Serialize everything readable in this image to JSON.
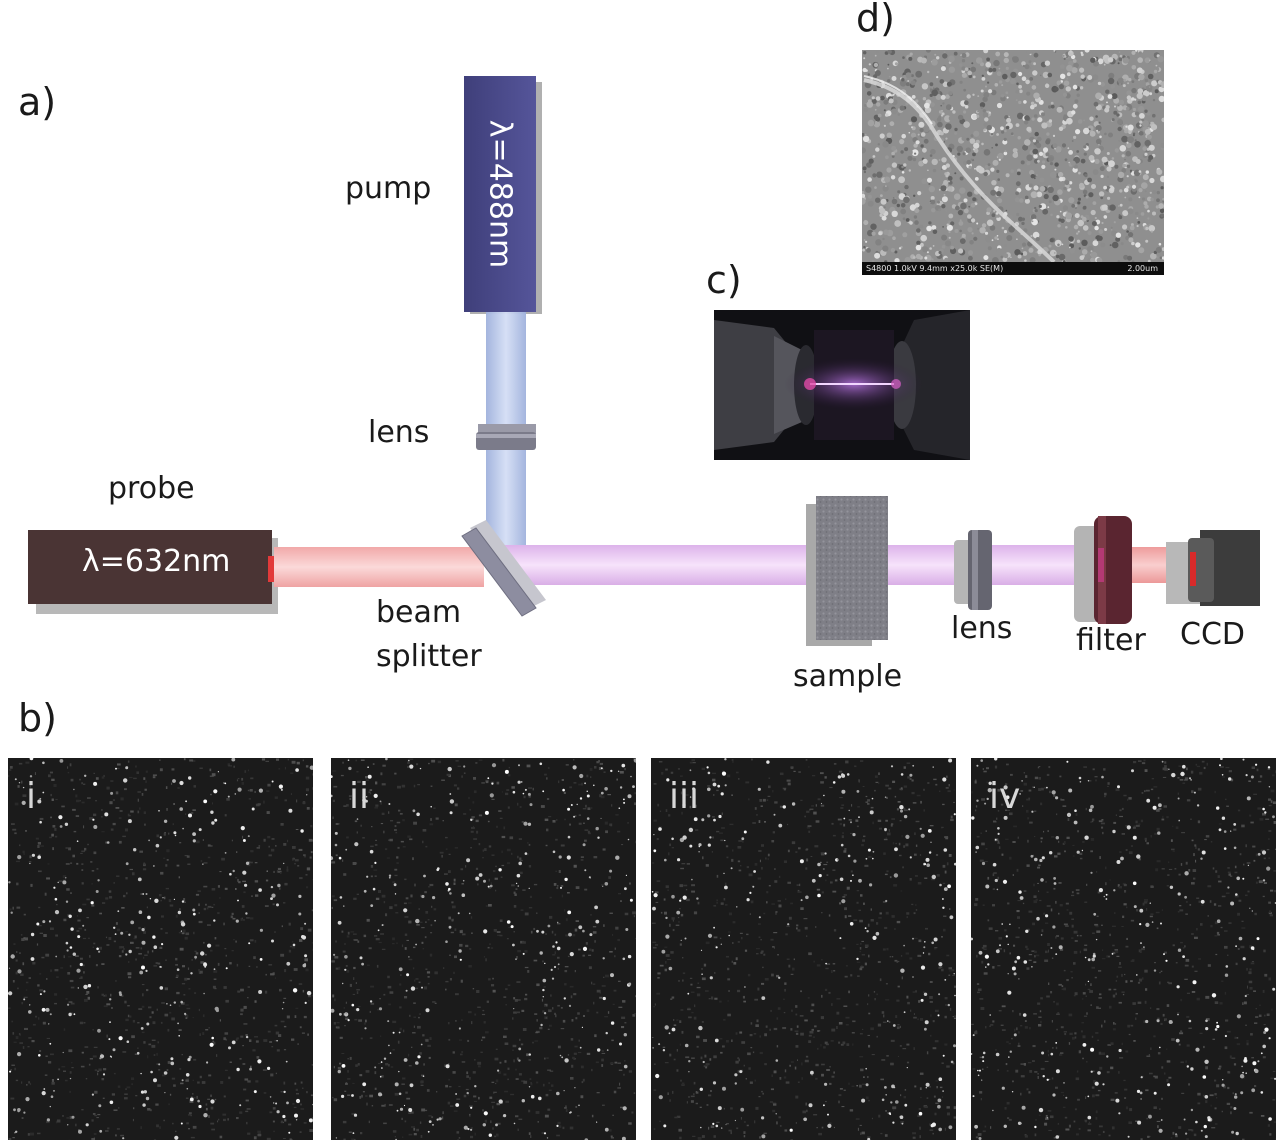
{
  "panels": {
    "a": "a)",
    "b": "b)",
    "c": "c)",
    "d": "d)"
  },
  "setup": {
    "pump_label": "pump",
    "pump_wavelength": "λ=488nm",
    "probe_label": "probe",
    "probe_wavelength": "λ=632nm",
    "lens_top_label": "lens",
    "beam_splitter_label_line1": "beam",
    "beam_splitter_label_line2": "splitter",
    "sample_label": "sample",
    "lens_right_label": "lens",
    "filter_label": "filter",
    "ccd_label": "CCD"
  },
  "sem": {
    "info": "S4800 1.0kV 9.4mm x25.0k SE(M)",
    "scale": "2.00um"
  },
  "speckle_images": [
    {
      "numeral": "i"
    },
    {
      "numeral": "ii"
    },
    {
      "numeral": "iii"
    },
    {
      "numeral": "iv"
    }
  ],
  "colors": {
    "pump_laser": "#4a4a86",
    "probe_laser": "#4a3434",
    "pump_beam": "#aebfe6",
    "probe_beam": "#f2b5b5",
    "mixed_beam": "#e8c4ef",
    "filter": "#5a2530",
    "ccd": "#3c3c3c"
  }
}
